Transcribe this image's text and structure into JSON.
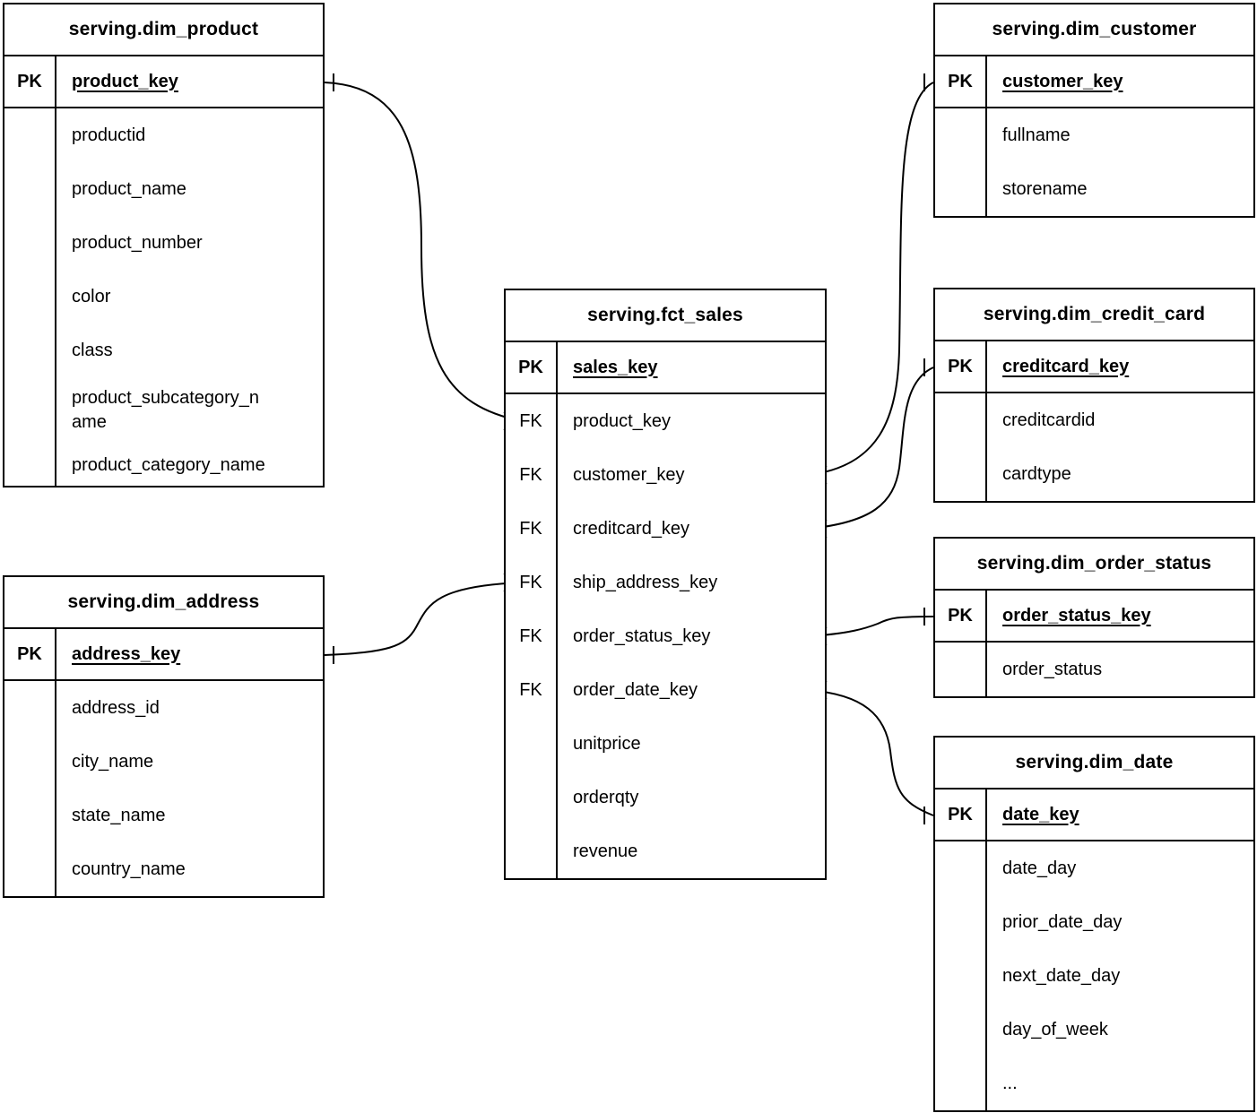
{
  "diagram": {
    "colors": {
      "background": "#ffffff",
      "stroke": "#000000",
      "text": "#000000"
    },
    "entities": [
      {
        "id": "dim_product",
        "title": "serving.dim_product",
        "columns": [
          {
            "key": "PK",
            "name": "product_key"
          },
          {
            "key": "",
            "name": "productid"
          },
          {
            "key": "",
            "name": "product_name"
          },
          {
            "key": "",
            "name": "product_number"
          },
          {
            "key": "",
            "name": "color"
          },
          {
            "key": "",
            "name": "class"
          },
          {
            "key": "",
            "name": "product_subcategory_name"
          },
          {
            "key": "",
            "name": "product_category_name"
          }
        ]
      },
      {
        "id": "dim_customer",
        "title": "serving.dim_customer",
        "columns": [
          {
            "key": "PK",
            "name": "customer_key"
          },
          {
            "key": "",
            "name": "fullname"
          },
          {
            "key": "",
            "name": "storename"
          }
        ]
      },
      {
        "id": "fct_sales",
        "title": "serving.fct_sales",
        "columns": [
          {
            "key": "PK",
            "name": "sales_key"
          },
          {
            "key": "FK",
            "name": "product_key"
          },
          {
            "key": "FK",
            "name": "customer_key"
          },
          {
            "key": "FK",
            "name": "creditcard_key"
          },
          {
            "key": "FK",
            "name": "ship_address_key"
          },
          {
            "key": "FK",
            "name": "order_status_key"
          },
          {
            "key": "FK",
            "name": "order_date_key"
          },
          {
            "key": "",
            "name": "unitprice"
          },
          {
            "key": "",
            "name": "orderqty"
          },
          {
            "key": "",
            "name": "revenue"
          }
        ]
      },
      {
        "id": "dim_credit_card",
        "title": "serving.dim_credit_card",
        "columns": [
          {
            "key": "PK",
            "name": "creditcard_key"
          },
          {
            "key": "",
            "name": "creditcardid"
          },
          {
            "key": "",
            "name": "cardtype"
          }
        ]
      },
      {
        "id": "dim_order_status",
        "title": "serving.dim_order_status",
        "columns": [
          {
            "key": "PK",
            "name": "order_status_key"
          },
          {
            "key": "",
            "name": "order_status"
          }
        ]
      },
      {
        "id": "dim_date",
        "title": "serving.dim_date",
        "columns": [
          {
            "key": "PK",
            "name": "date_key"
          },
          {
            "key": "",
            "name": "date_day"
          },
          {
            "key": "",
            "name": "prior_date_day"
          },
          {
            "key": "",
            "name": "next_date_day"
          },
          {
            "key": "",
            "name": "day_of_week"
          },
          {
            "key": "",
            "name": "..."
          }
        ]
      },
      {
        "id": "dim_address",
        "title": "serving.dim_address",
        "columns": [
          {
            "key": "PK",
            "name": "address_key"
          },
          {
            "key": "",
            "name": "address_id"
          },
          {
            "key": "",
            "name": "city_name"
          },
          {
            "key": "",
            "name": "state_name"
          },
          {
            "key": "",
            "name": "country_name"
          }
        ]
      }
    ],
    "relationships": [
      {
        "from": "serving.fct_sales.product_key",
        "from_cardinality": "many",
        "to": "serving.dim_product.product_key",
        "to_cardinality": "one"
      },
      {
        "from": "serving.fct_sales.customer_key",
        "from_cardinality": "many",
        "to": "serving.dim_customer.customer_key",
        "to_cardinality": "one"
      },
      {
        "from": "serving.fct_sales.creditcard_key",
        "from_cardinality": "many",
        "to": "serving.dim_credit_card.creditcard_key",
        "to_cardinality": "one"
      },
      {
        "from": "serving.fct_sales.ship_address_key",
        "from_cardinality": "many",
        "to": "serving.dim_address.address_key",
        "to_cardinality": "one"
      },
      {
        "from": "serving.fct_sales.order_status_key",
        "from_cardinality": "many",
        "to": "serving.dim_order_status.order_status_key",
        "to_cardinality": "one"
      },
      {
        "from": "serving.fct_sales.order_date_key",
        "from_cardinality": "many",
        "to": "serving.dim_date.date_key",
        "to_cardinality": "one"
      }
    ]
  }
}
